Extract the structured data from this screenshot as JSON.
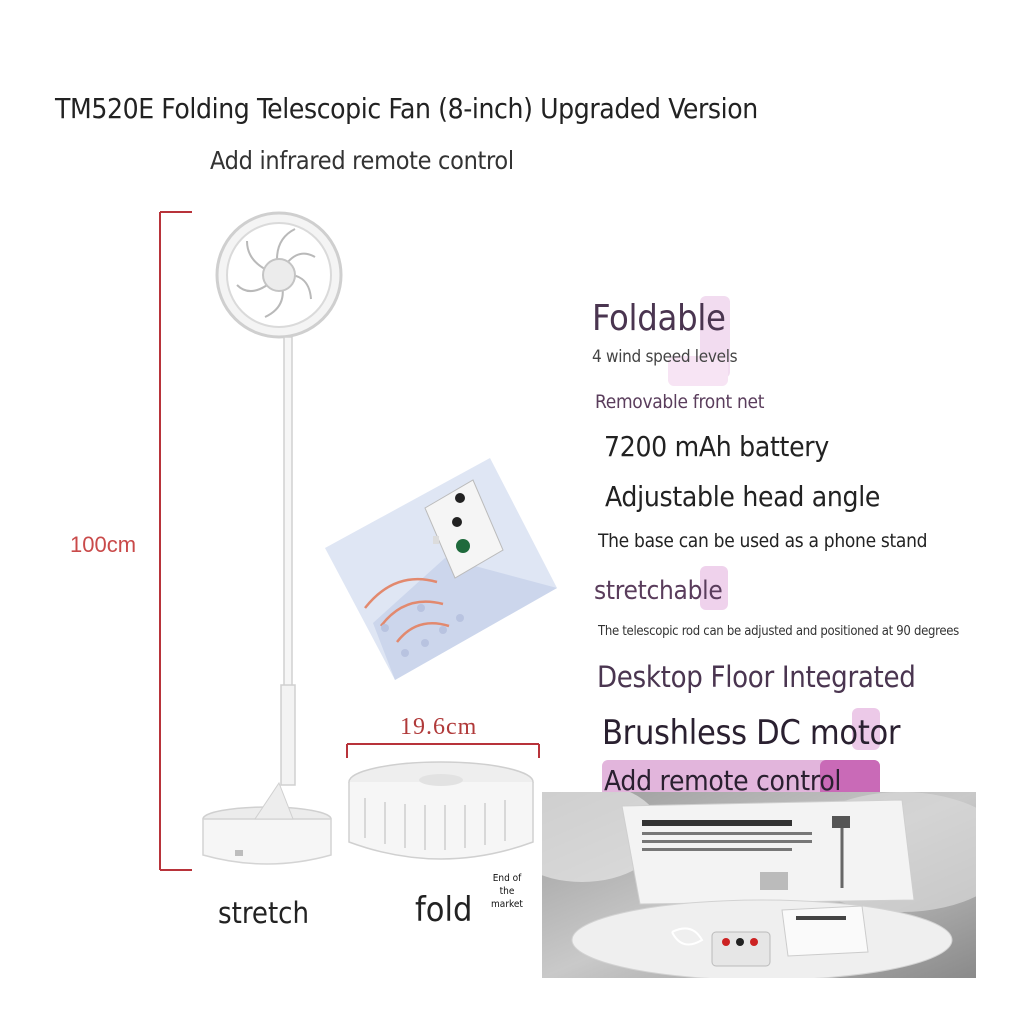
{
  "heading": {
    "title": "TM520E Folding Telescopic Fan (8-inch) Upgraded Version",
    "subtitle": "Add infrared remote control"
  },
  "dimensions": {
    "height": "100cm",
    "width": "19.6cm"
  },
  "captions": {
    "stretch": "stretch",
    "fold": "fold",
    "note": "End of the market"
  },
  "features": [
    "Foldable",
    "4 wind speed levels",
    "Removable front net",
    "7200 mAh battery",
    "Adjustable head angle",
    "The base can be used as a phone stand",
    "stretchable",
    "The telescopic rod can be adjusted and positioned at 90 degrees",
    "Desktop Floor Integrated",
    "Brushless DC motor",
    "Add remote control"
  ],
  "colors": {
    "dimension_line": "#b8333a",
    "accent_pink": "#e7b8e2",
    "accent_magenta": "#c96ab7",
    "remote_panel": "#dfe6f4"
  },
  "icons": {
    "fan": "fan-icon",
    "remote": "remote-control-icon",
    "signal": "infrared-signal-icon"
  }
}
